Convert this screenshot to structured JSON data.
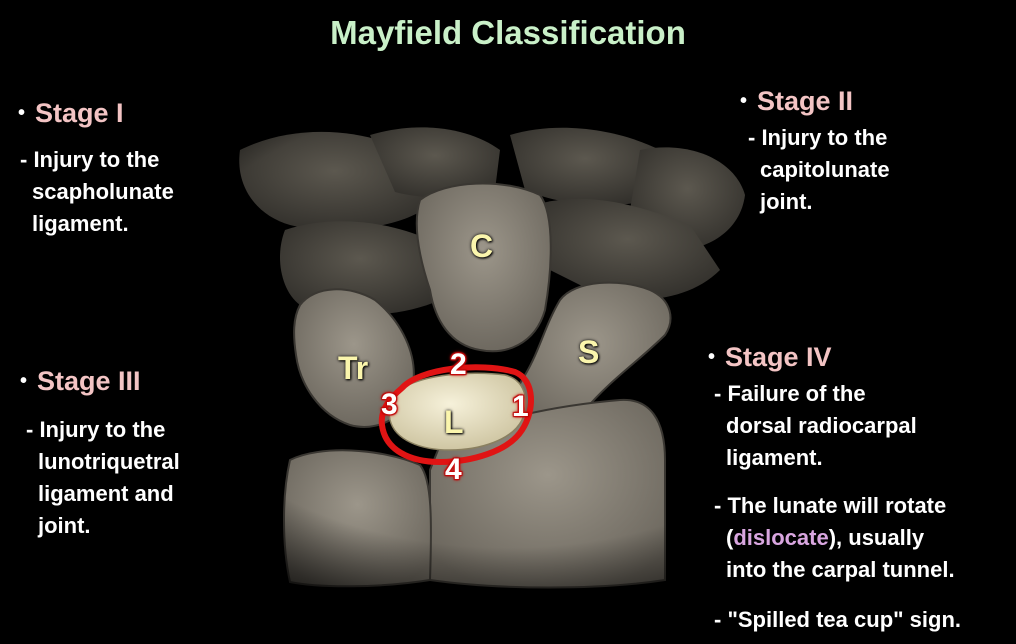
{
  "title": "Mayfield Classification",
  "stages": [
    {
      "label": "Stage I",
      "lines": [
        "- Injury to the",
        "scapholunate",
        "ligament."
      ]
    },
    {
      "label": "Stage II",
      "lines": [
        "- Injury to the",
        "capitolunate",
        "joint."
      ]
    },
    {
      "label": "Stage III",
      "lines": [
        "- Injury to the",
        "lunotriquetral",
        "ligament and",
        "joint."
      ]
    },
    {
      "label": "Stage IV",
      "lines": [
        "- Failure of the",
        "dorsal radiocarpal",
        "ligament."
      ],
      "rotate_line1": "- The lunate will rotate",
      "rotate_open": "(",
      "rotate_accent": "dislocate",
      "rotate_close": "), usually",
      "rotate_line3": "into the carpal tunnel.",
      "teacup": "- \"Spilled tea cup\" sign."
    }
  ],
  "bones": {
    "capitate": "C",
    "scaphoid": "S",
    "triquetrum": "Tr",
    "lunate": "L"
  },
  "numbers": [
    "1",
    "2",
    "3",
    "4"
  ],
  "bullet": "•",
  "colors": {
    "background": "#000000",
    "title": "#c9f0c8",
    "stage_heading": "#f3c4c4",
    "body_text": "#ffffff",
    "accent": "#d9a6e0",
    "bone_label": "#fbf6ad",
    "ring": "#e01414",
    "bone_fill": "#8a8478",
    "lunate_fill": "#ece5c6"
  }
}
